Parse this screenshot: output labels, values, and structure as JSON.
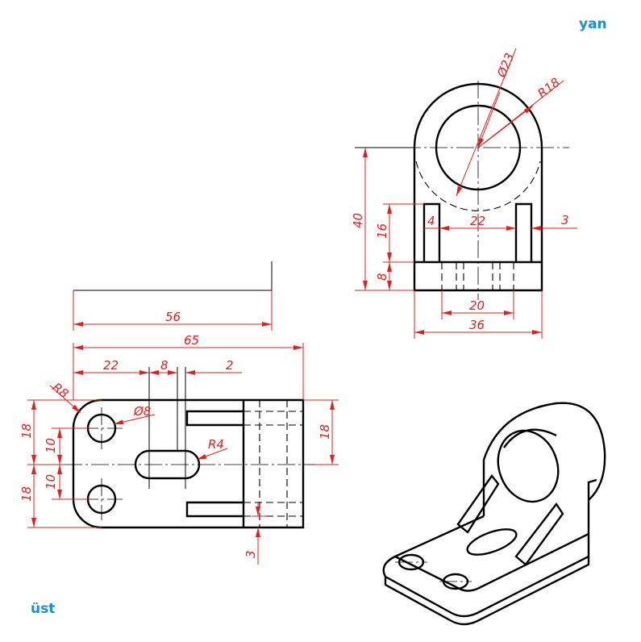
{
  "labels": {
    "side_view": "yan",
    "top_view": "üst"
  },
  "dimensions": {
    "side": {
      "diameter": "Ø23",
      "radius": "R18",
      "height_total": "40",
      "height_rib": "16",
      "height_base": "8",
      "rib_gap_left": "4",
      "rib_span": "22",
      "rib_gap_right": "3",
      "slot_width": "20",
      "base_width": "36"
    },
    "top": {
      "ref_length": "56",
      "total_length": "65",
      "hole_to_slot": "22",
      "slot_length": "8",
      "slot_offset": "2",
      "corner_radius": "R8",
      "hole_diameter": "Ø8",
      "slot_radius": "R4",
      "half_width_upper": "18",
      "half_width_lower": "18",
      "hole_offset_upper": "10",
      "hole_offset_lower": "10",
      "rib_thickness": "3",
      "right_height": "18"
    }
  },
  "colors": {
    "dimension": "#e0201c",
    "outline": "#000000",
    "label": "#1a8fd8"
  }
}
